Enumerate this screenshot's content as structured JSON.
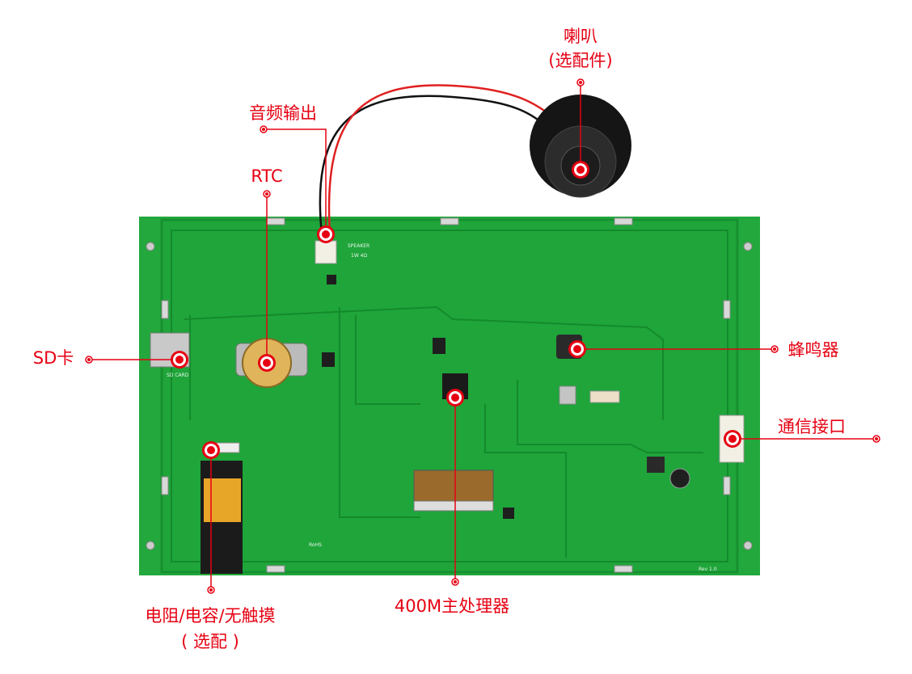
{
  "labels": {
    "speaker": "喇叭",
    "speaker_note": "(选配件)",
    "audio_out": "音频输出",
    "rtc": "RTC",
    "sd_card": "SD卡",
    "buzzer": "蜂鸣器",
    "comm_port": "通信接口",
    "cpu": "400M主处理器",
    "touch": "电阻/电容/无触摸",
    "touch_note": "( 选配 )"
  },
  "silkscreen": {
    "speaker": "SPEAKER",
    "speaker_spec": "1W 4Ω",
    "sd": "SD CARD",
    "rev": "Rev 1.0",
    "rohs": "RoHS"
  },
  "colors": {
    "accent": "#e60012",
    "pcb": "#1fa53a",
    "pcb_trace": "#15882c"
  }
}
